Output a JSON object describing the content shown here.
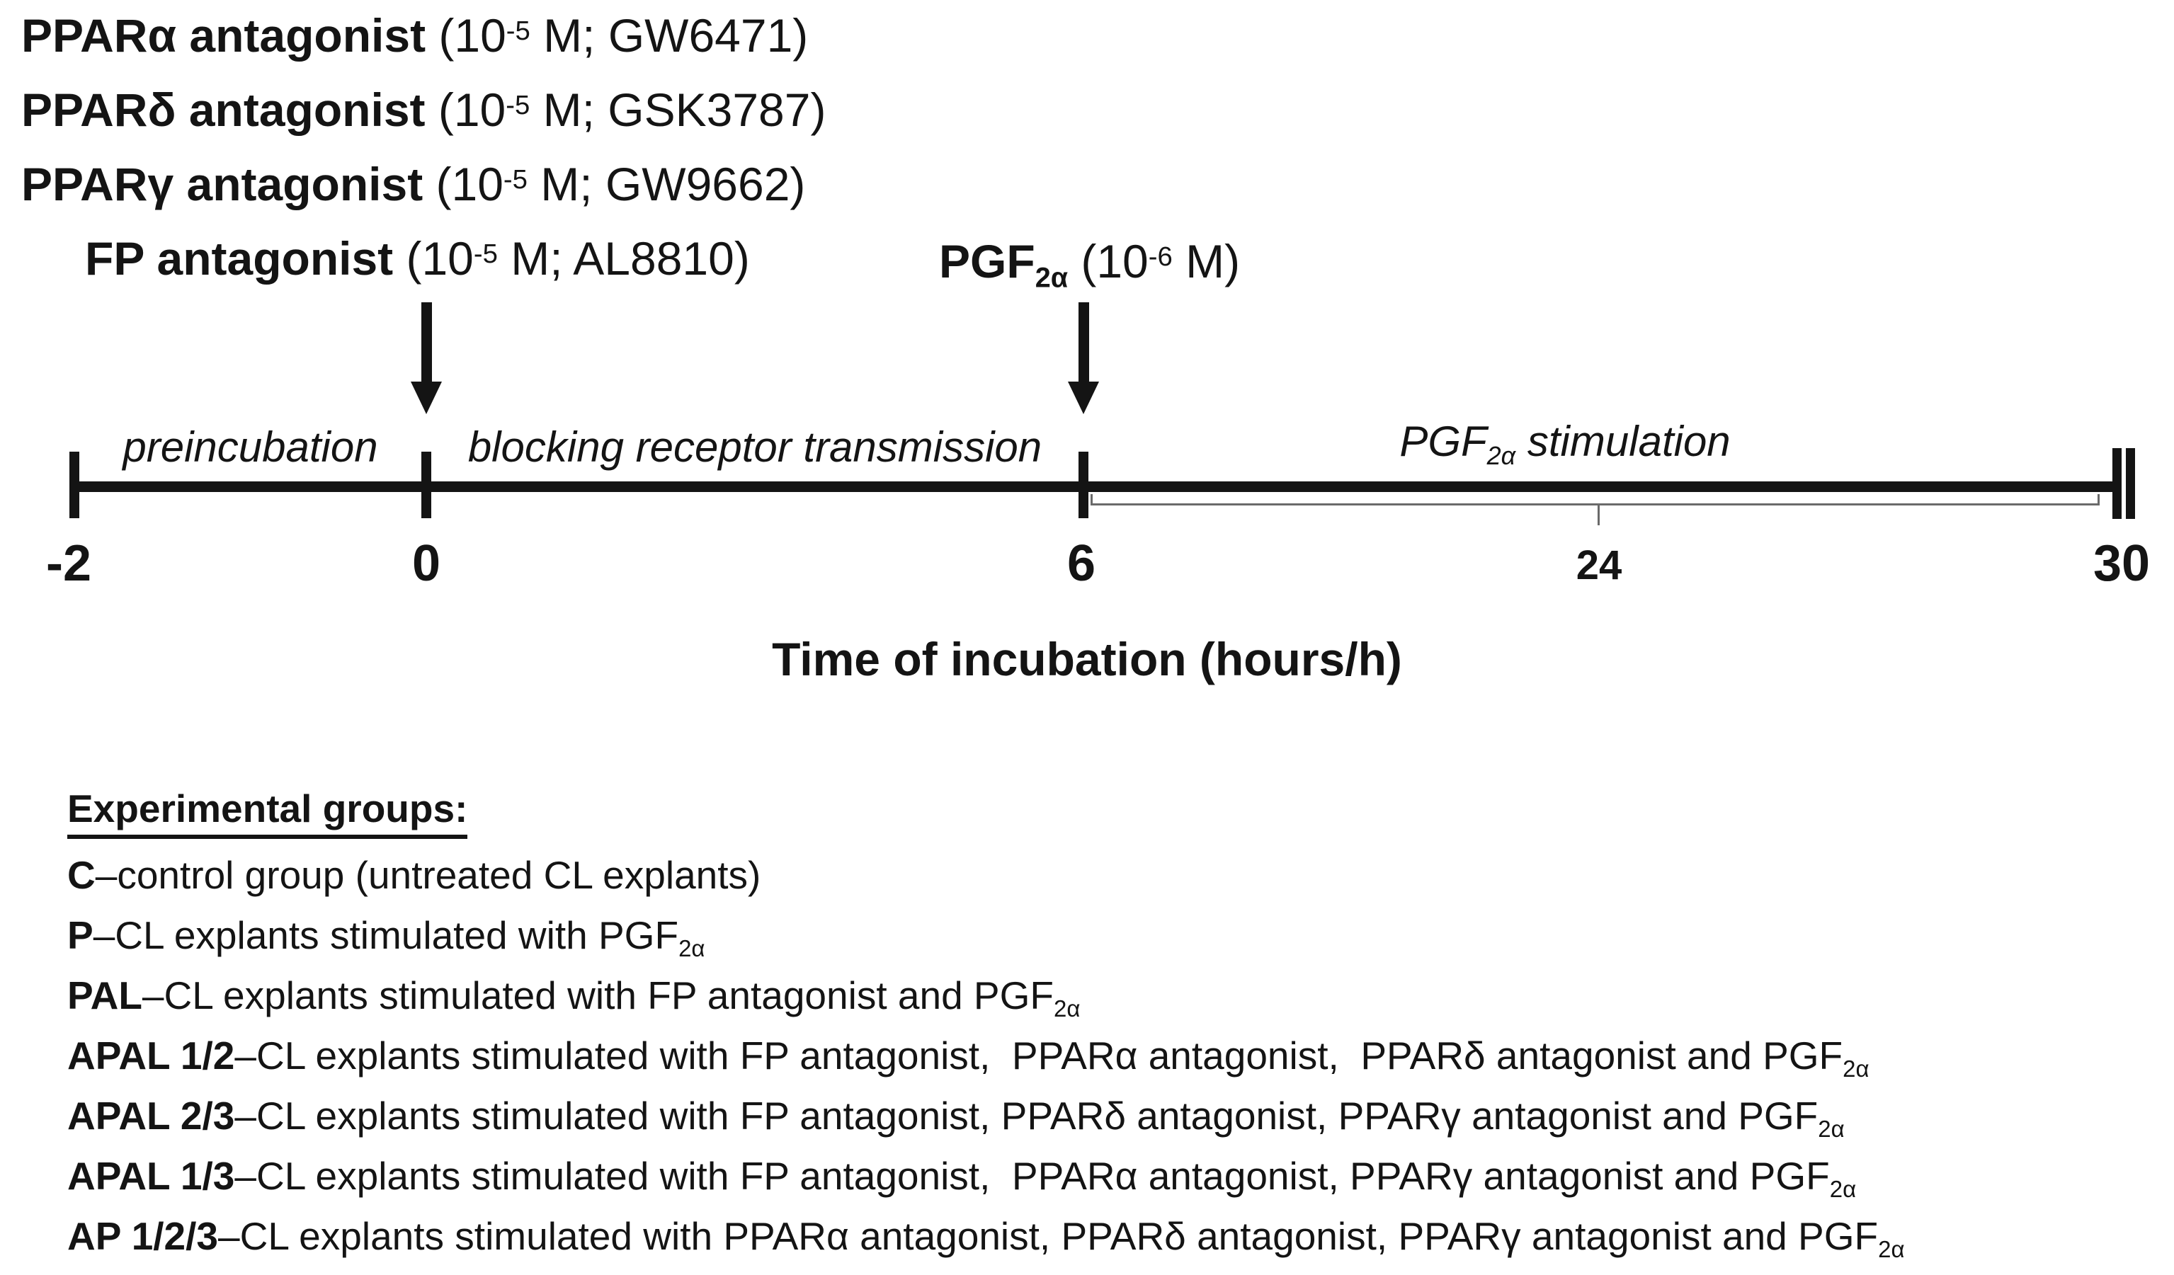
{
  "figure": {
    "background": "#ffffff",
    "ink": "#141414",
    "bracket_color": "#6a6a6a"
  },
  "reagents": [
    {
      "name": "PPARα antagonist ",
      "qty_open": "(10",
      "sup": "-5",
      "qty_close": " M; GW6471)"
    },
    {
      "name": "PPARδ antagonist ",
      "qty_open": "(10",
      "sup": "-5",
      "qty_close": " M; GSK3787)"
    },
    {
      "name": "PPARγ antagonist ",
      "qty_open": "(10",
      "sup": "-5",
      "qty_close": " M; GW9662)"
    },
    {
      "name": "FP antagonist ",
      "qty_open": "(10",
      "sup": "-5",
      "qty_close": " M; AL8810)"
    }
  ],
  "pgf": {
    "name": "PGF",
    "sub": "2α",
    "qty_open": " (10",
    "sup": "-6",
    "qty_close": " M)"
  },
  "timeline": {
    "phase1": "preincubation",
    "phase2": "blocking receptor transmission",
    "phase3_pre": "PGF",
    "phase3_sub": "2α",
    "phase3_post": " stimulation",
    "tick_minus2": "-2",
    "tick_0": "0",
    "tick_6": "6",
    "tick_24": "24",
    "tick_30": "30",
    "axis_title": "Time of incubation (hours/h)"
  },
  "groups": {
    "heading": "Experimental groups:",
    "items": [
      {
        "code": "C",
        "desc": "–control group (untreated CL explants)",
        "sub": ""
      },
      {
        "code": "P",
        "desc": "–CL explants stimulated with PGF",
        "sub": "2α"
      },
      {
        "code": "PAL",
        "desc": "–CL explants stimulated with FP antagonist and PGF",
        "sub": "2α"
      },
      {
        "code": "APAL 1/2",
        "desc": "–CL explants stimulated with FP antagonist,  PPARα antagonist,  PPARδ antagonist and PGF",
        "sub": "2α"
      },
      {
        "code": "APAL 2/3",
        "desc": "–CL explants stimulated with FP antagonist, PPARδ antagonist, PPARγ antagonist and PGF",
        "sub": "2α"
      },
      {
        "code": "APAL 1/3",
        "desc": "–CL explants stimulated with FP antagonist,  PPARα antagonist, PPARγ antagonist and PGF",
        "sub": "2α"
      },
      {
        "code": "AP 1/2/3",
        "desc": "–CL explants stimulated with PPARα antagonist, PPARδ antagonist, PPARγ antagonist and PGF",
        "sub": "2α"
      }
    ]
  }
}
